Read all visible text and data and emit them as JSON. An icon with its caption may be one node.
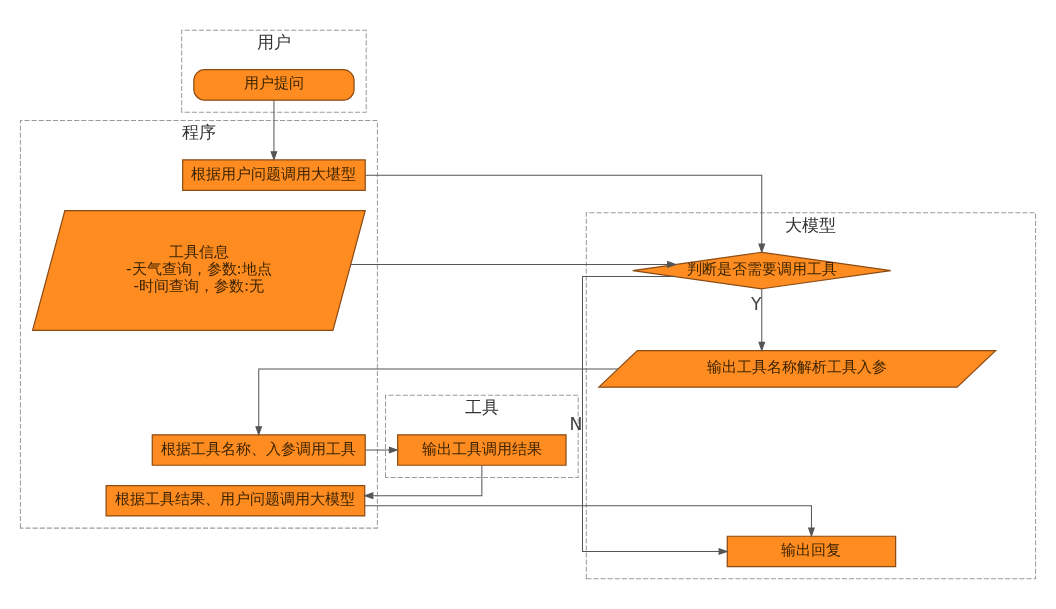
{
  "diagram": {
    "nodes": [
      {
        "text": [
          "用户"
        ]
      },
      {
        "text": [
          "程序"
        ]
      },
      {
        "text": [
          "工具"
        ]
      },
      {
        "text": [
          "大模型"
        ]
      },
      {
        "text": [
          "用户提问"
        ],
        "in": 0
      },
      {
        "text": [
          "根据用户问题调用大堪型"
        ],
        "in": 1
      },
      {
        "text": [
          "工具信息",
          "-天气查询，参数:地点",
          "-时间查询，参数:无"
        ],
        "in": 1
      },
      {
        "text": [
          "判断是否需要调用工具"
        ],
        "in": 3
      },
      {
        "text": [
          "输出工具名称解析工具入参"
        ],
        "in": 3
      },
      {
        "text": [
          "根据工具名称、入参调用工具"
        ],
        "in": 1
      },
      {
        "text": [
          "输出工具调用结果"
        ],
        "in": 2
      },
      {
        "text": [
          "根据工具结果、用户问题调用大模型"
        ],
        "in": 1
      },
      {
        "text": [
          "输出回复"
        ],
        "in": 3
      }
    ],
    "edges": [
      {
        "from": 4,
        "to": 5,
        "arrow": "to"
      },
      {
        "from": 5,
        "to": 7,
        "arrow": "to"
      },
      {
        "from": 6,
        "to": 7,
        "arrow": "to"
      },
      {
        "from": 7,
        "to": 8,
        "arrow": "to",
        "label": "Y"
      },
      {
        "from": 8,
        "to": 9,
        "arrow": "to"
      },
      {
        "from": 9,
        "to": 10,
        "arrow": "to"
      },
      {
        "from": 10,
        "to": 11,
        "arrow": "to"
      },
      {
        "from": 11,
        "to": 12,
        "arrow": "to"
      },
      {
        "from": 7,
        "to": 12,
        "arrow": "to",
        "label": "N"
      }
    ]
  }
}
